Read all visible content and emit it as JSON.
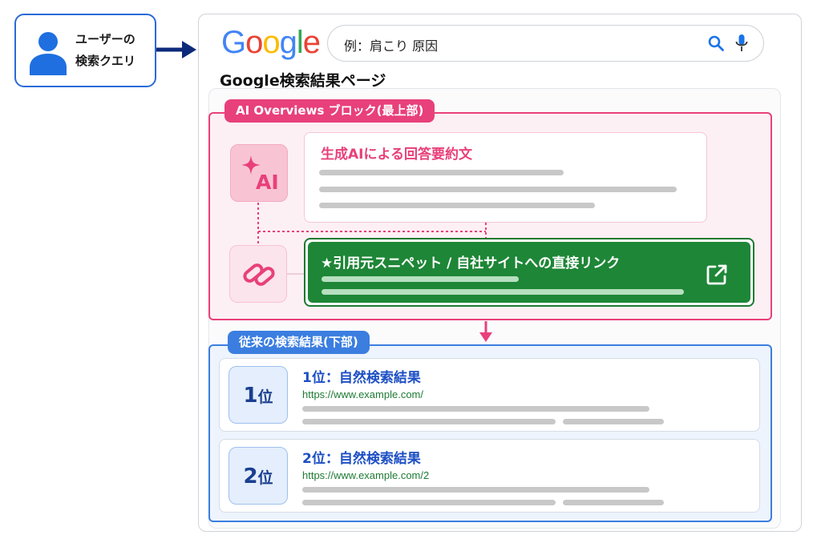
{
  "user_query": {
    "label_line1": "ユーザーの",
    "label_line2": "検索クエリ"
  },
  "search_page": {
    "logo_letters": [
      {
        "char": "G",
        "color": "#4285F4"
      },
      {
        "char": "o",
        "color": "#EA4335"
      },
      {
        "char": "o",
        "color": "#FBBC05"
      },
      {
        "char": "g",
        "color": "#4285F4"
      },
      {
        "char": "l",
        "color": "#34A853"
      },
      {
        "char": "e",
        "color": "#EA4335"
      }
    ],
    "search_query": "例：肩こり 原因",
    "page_title": "Google検索結果ページ"
  },
  "ai_overviews": {
    "tag": "AI Overviews ブロック(最上部)",
    "ai_icon_text": "AI",
    "summary_title": "生成AIによる回答要約文",
    "citation_title": "★引用元スニペット / 自社サイトへの直接リンク"
  },
  "traditional_results": {
    "tag": "従来の検索結果(下部)",
    "results": [
      {
        "rank_number": "1",
        "rank_suffix": "位",
        "title": "1位：自然検索結果",
        "url": "https://www.example.com/"
      },
      {
        "rank_number": "2",
        "rank_suffix": "位",
        "title": "2位：自然検索結果",
        "url": "https://www.example.com/2"
      }
    ]
  },
  "colors": {
    "ai_accent": "#e8407a",
    "citation_green": "#1e8637",
    "traditional_blue": "#3b7ee0",
    "query_navy": "#0d2a7a"
  }
}
